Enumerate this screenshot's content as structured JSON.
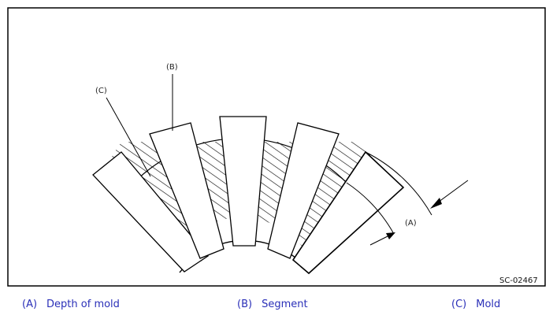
{
  "figure": {
    "id_label": "SC-02467",
    "callouts": {
      "a": "(A)",
      "b": "(B)",
      "c": "(C)"
    }
  },
  "legend": [
    {
      "key": "(A)",
      "text": "Depth of mold"
    },
    {
      "key": "(B)",
      "text": "Segment"
    },
    {
      "key": "(C)",
      "text": "Mold"
    }
  ],
  "colors": {
    "legend_text": "#2a2fb8",
    "line": "#000000"
  }
}
